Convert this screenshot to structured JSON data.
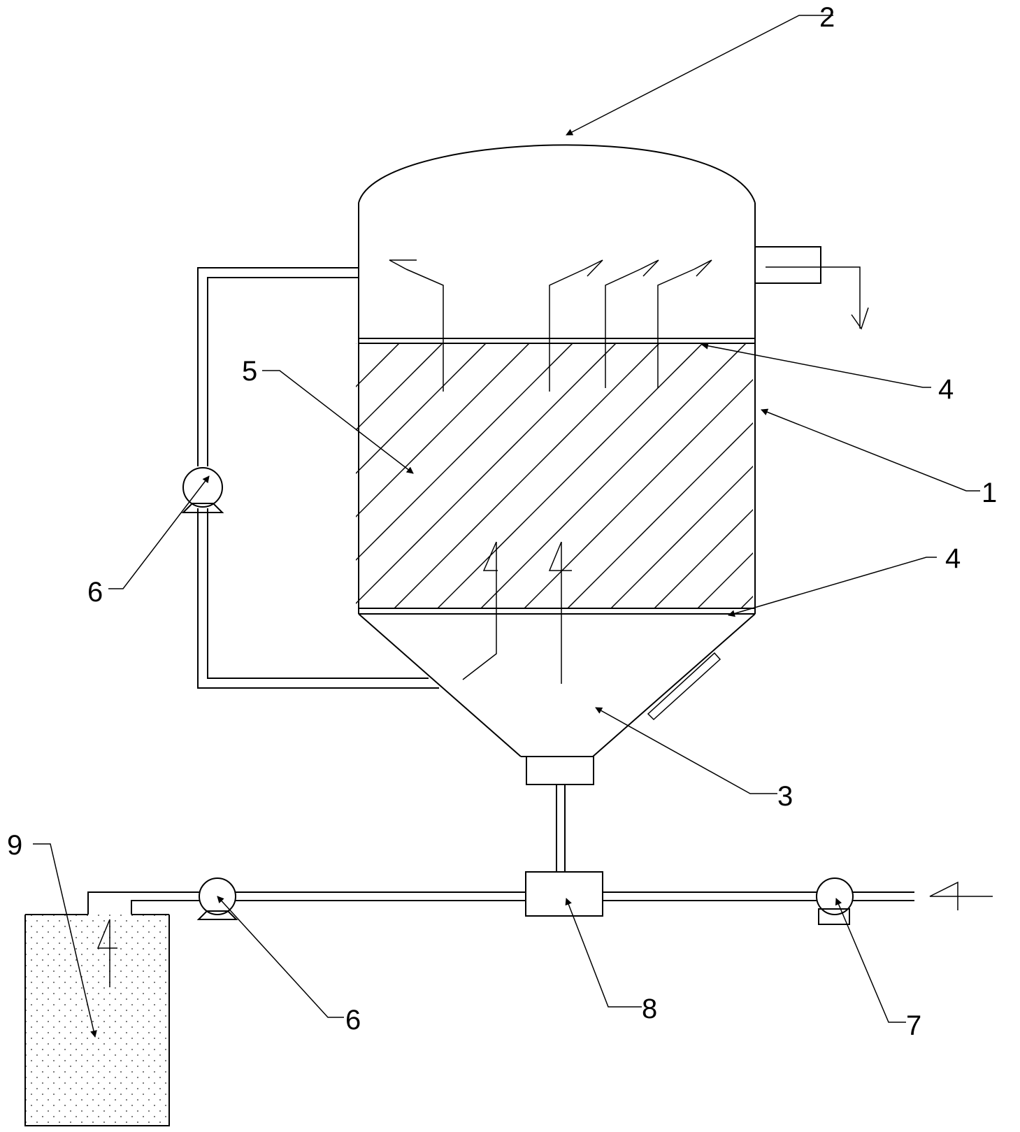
{
  "labels": {
    "tank_wall": "1",
    "top_dome": "2",
    "cone_bottom": "3",
    "screen_top": "4",
    "screen_bottom": "4",
    "packing_layer": "5",
    "circulation_pump": "6",
    "transfer_pump": "6",
    "feed_pump": "7",
    "mixer": "8",
    "collection_tank": "9"
  },
  "colors": {
    "line": "#000000",
    "background": "#ffffff",
    "dots": "#555555"
  }
}
